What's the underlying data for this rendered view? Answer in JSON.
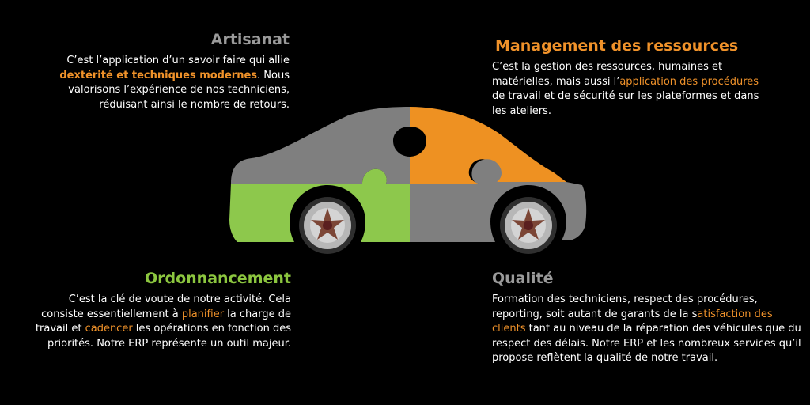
{
  "colors": {
    "background": "#000000",
    "orange": "#f0922a",
    "green": "#8cc63f",
    "grey_title": "#9a9a9a",
    "car_grey": "#7f7f7f",
    "car_green": "#8dc84c",
    "car_orange": "#ee9122"
  },
  "artisanat": {
    "title": "Artisanat",
    "t1": "C’est l’application d’un savoir faire qui allie ",
    "h1": "dextérité et techniques modernes",
    "t2": ". Nous valorisons l’expérience de nos techniciens, réduisant ainsi le nombre de retours."
  },
  "management": {
    "title": "Management des ressources",
    "t1": "C’est la gestion des ressources, humaines et matérielles, mais aussi l’",
    "h1": "application des procédures",
    "t2": " de travail et de sécurité sur les plateformes et dans les ateliers."
  },
  "ordonnancement": {
    "title": "Ordonnancement",
    "t1": "C’est la clé de voute de notre activité. Cela consiste essentiellement à ",
    "h1": "planifier",
    "t2": " la charge de travail et ",
    "h2": "cadencer",
    "t3": " les opérations en fonction des priorités. Notre ERP représente un outil majeur."
  },
  "qualite": {
    "title": "Qualité",
    "t1": "Formation des techniciens, respect des procédures, reporting, soit autant de garants de la s",
    "h1": "atisfaction des clients",
    "t2": " tant au niveau de la réparation des véhicules que du respect des délais. Notre ERP et les nombreux services qu’il propose reflètent la qualité de notre travail."
  },
  "car": {
    "pieces": [
      "roof-piece",
      "hood-piece",
      "front-bottom-piece",
      "rear-bottom-piece"
    ],
    "wheel_icon": "wheel-icon"
  }
}
